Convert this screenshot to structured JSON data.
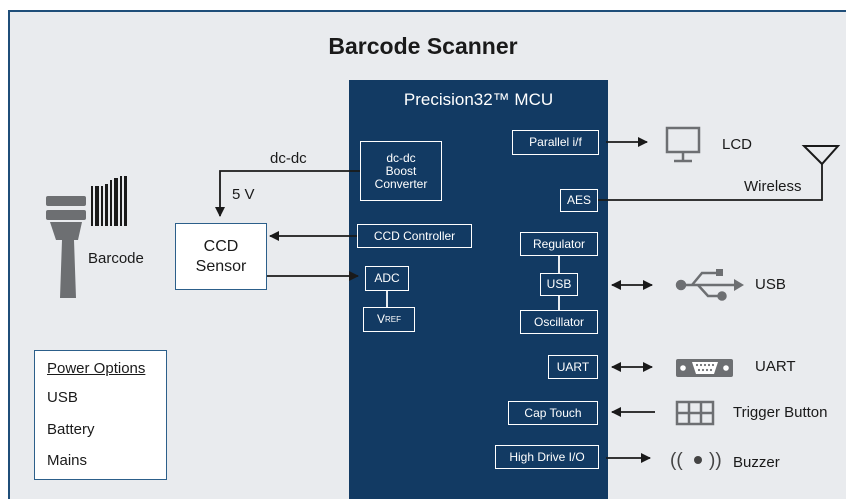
{
  "title": "Barcode Scanner",
  "mcu": {
    "title": "Precision32™ MCU",
    "blocks": {
      "dcdc": [
        "dc-dc",
        "Boost",
        "Converter"
      ],
      "ccd_controller": "CCD Controller",
      "adc": "ADC",
      "vref_main": "V",
      "vref_sub": "REF",
      "parallel": "Parallel i/f",
      "aes": "AES",
      "regulator": "Regulator",
      "usb": "USB",
      "oscillator": "Oscillator",
      "uart": "UART",
      "cap_touch": "Cap Touch",
      "high_drive": "High Drive I/O"
    }
  },
  "left": {
    "dcdc_label": "dc-dc",
    "five_v": "5 V",
    "ccd_sensor": [
      "CCD",
      "Sensor"
    ],
    "barcode": "Barcode"
  },
  "power": {
    "heading": "Power Options",
    "options": [
      "USB",
      "Battery",
      "Mains"
    ]
  },
  "right": {
    "lcd": "LCD",
    "wireless": "Wireless",
    "usb": "USB",
    "uart": "UART",
    "trigger": "Trigger Button",
    "buzzer": "Buzzer"
  },
  "colors": {
    "mcu_fill": "#123a63",
    "background": "#e9ebee",
    "line": "#1a1a1a",
    "icon_gray": "#6d6f72"
  }
}
